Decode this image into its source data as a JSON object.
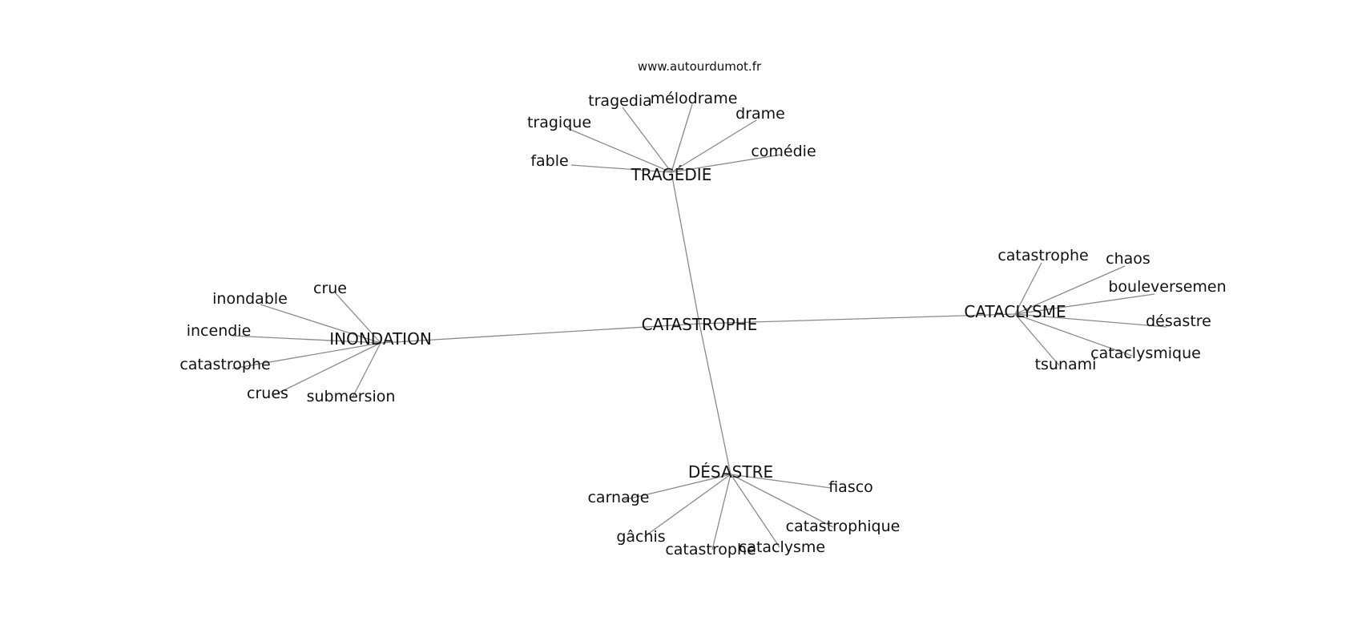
{
  "source": "www.autourdumot.fr",
  "graph": {
    "center": "CATASTROPHE",
    "hubs": [
      {
        "label": "TRAGÉDIE",
        "neighbors": [
          "fable",
          "tragique",
          "tragedia",
          "mélodrame",
          "drame",
          "comédie"
        ]
      },
      {
        "label": "INONDATION",
        "neighbors": [
          "crue",
          "inondable",
          "incendie",
          "catastrophe",
          "crues",
          "submersion"
        ]
      },
      {
        "label": "CATACLYSME",
        "neighbors": [
          "catastrophe",
          "chaos",
          "bouleversemen",
          "désastre",
          "cataclysmique",
          "tsunami"
        ]
      },
      {
        "label": "DÉSASTRE",
        "neighbors": [
          "carnage",
          "gâchis",
          "catastrophe",
          "cataclysme",
          "catastrophique",
          "fiasco"
        ]
      }
    ]
  }
}
